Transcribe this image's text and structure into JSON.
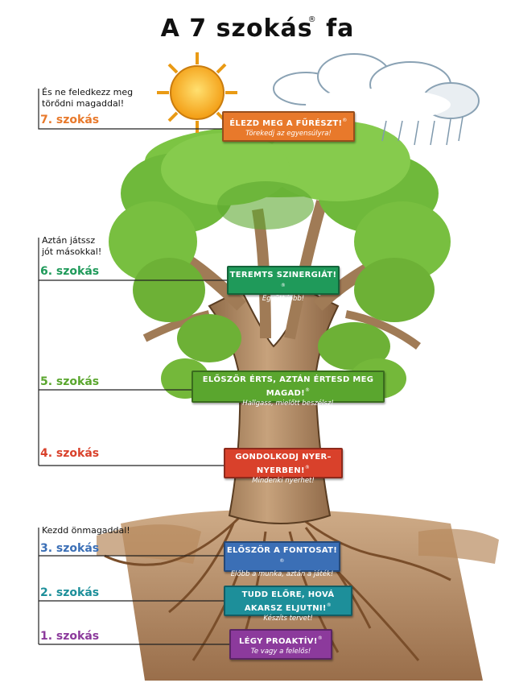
{
  "title": {
    "text": "A 7 szokás",
    "mark": "®",
    "suffix": "fa"
  },
  "notes": {
    "top": [
      "És ne feledkezz meg",
      "törődni magaddal!"
    ],
    "middle": [
      "Aztán játssz",
      "jót másokkal!"
    ],
    "bottom": [
      "Kezdd önmagaddal!"
    ]
  },
  "habits": [
    {
      "label": "7. szokás",
      "color": "#e8792b",
      "main": "ÉLEZD MEG A FŰRÉSZT!",
      "sub": "Törekedj az egyensúlyra!"
    },
    {
      "label": "6. szokás",
      "color": "#1f9a5a",
      "main": "TEREMTS SZINERGIÁT!",
      "sub": "Együtt jobb!"
    },
    {
      "label": "5. szokás",
      "color": "#5aa62e",
      "main": "ELŐSZÖR ÉRTS, AZTÁN ÉRTESD MEG MAGAD!",
      "sub": "Hallgass, mielőtt beszélsz!"
    },
    {
      "label": "4. szokás",
      "color": "#d9412b",
      "main": "GONDOLKODJ NYER–NYERBEN!",
      "sub": "Mindenki nyerhet!"
    },
    {
      "label": "3.  szokás",
      "color": "#3b6fb6",
      "main": "ELŐSZÖR A FONTOSAT!",
      "sub": "Előbb a munka, aztán a játék!"
    },
    {
      "label": "2. szokás",
      "color": "#1d8f9a",
      "main": "TUDD ELŐRE, HOVÁ AKARSZ ELJUTNI!",
      "sub": "Készíts tervet!"
    },
    {
      "label": "1. szokás",
      "color": "#8c3a9c",
      "main": "LÉGY PROAKTÍV!",
      "sub": "Te vagy a felelős!"
    }
  ],
  "colors": {
    "sky_sun": "#f6b21b",
    "canopy": "#6fb93b",
    "trunk": "#b08a63",
    "soil": "#a9784c",
    "line": "#222222"
  },
  "icons": [
    "sun-icon",
    "cloud-icon",
    "tree-illustration"
  ]
}
